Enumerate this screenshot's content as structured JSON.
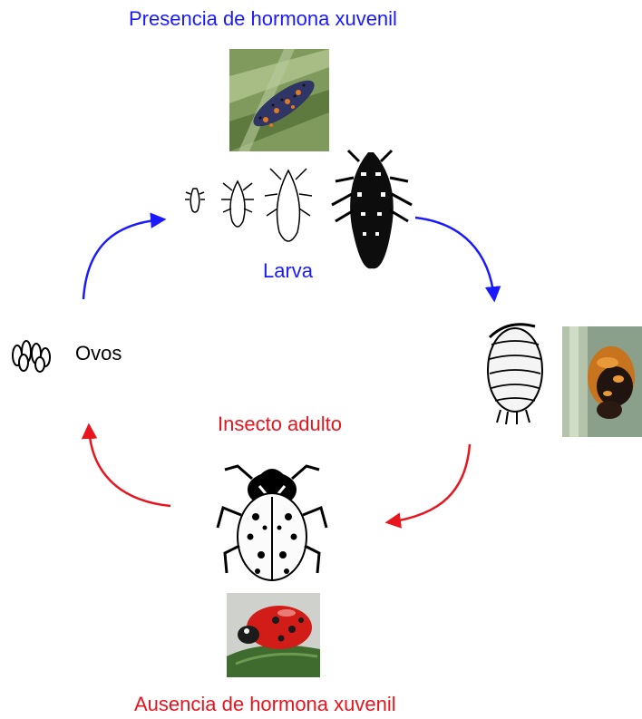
{
  "labels": {
    "top_title": "Presencia de hormona xuvenil",
    "larva": "Larva",
    "eggs": "Ovos",
    "adult": "Insecto adulto",
    "bottom_title": "Ausencia de hormona xuvenil"
  },
  "colors": {
    "juvenile_hormone_presence": "#1a1aff",
    "juvenile_hormone_absence": "#e8141e",
    "text": "#000000"
  },
  "stages": [
    "eggs",
    "larva",
    "pupa",
    "adult"
  ],
  "images": {
    "larva_photo": "larva-photo",
    "pupa_photo": "pupa-photo",
    "adult_photo": "ladybug-photo"
  }
}
